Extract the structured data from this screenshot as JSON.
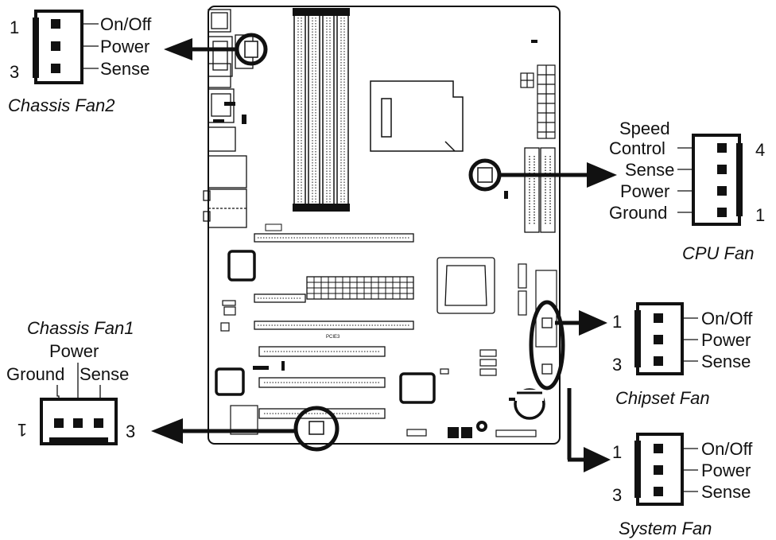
{
  "chassis_fan2": {
    "caption": "Chassis Fan2",
    "pin_top": "1",
    "pin_bottom": "3",
    "pins": [
      "On/Off",
      "Power",
      "Sense"
    ]
  },
  "cpu_fan": {
    "caption": "CPU Fan",
    "pin_top": "4",
    "pin_bottom": "1",
    "label_speed": "Speed",
    "pins": [
      "Control",
      "Sense",
      "Power",
      "Ground"
    ]
  },
  "chassis_fan1": {
    "caption": "Chassis Fan1",
    "top_label": "Power",
    "left_label": "Ground",
    "right_label": "Sense",
    "pin_left": "1",
    "pin_right": "3"
  },
  "chipset_fan": {
    "caption": "Chipset Fan",
    "pin_top": "1",
    "pin_bottom": "3",
    "pins": [
      "On/Off",
      "Power",
      "Sense"
    ]
  },
  "system_fan": {
    "caption": "System Fan",
    "pin_top": "1",
    "pin_bottom": "3",
    "pins": [
      "On/Off",
      "Power",
      "Sense"
    ]
  },
  "board": {
    "slot_label": "PCIE3"
  }
}
